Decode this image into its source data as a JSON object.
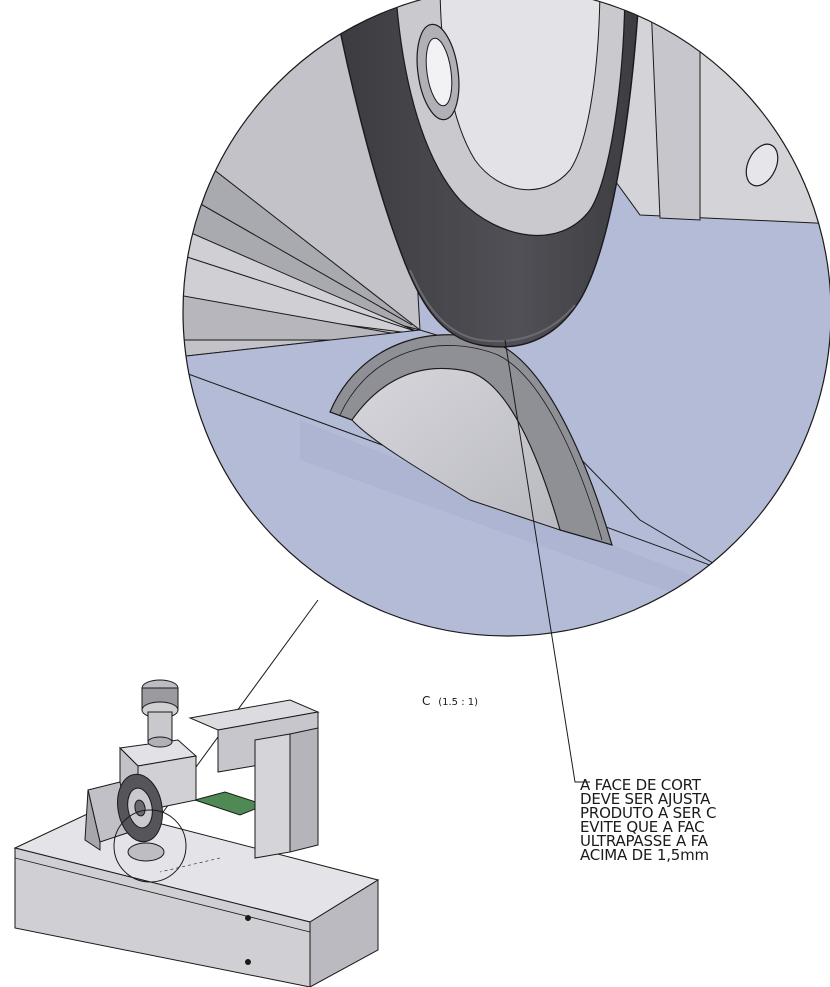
{
  "detail_view": {
    "label": "C",
    "scale": "(1.5 : 1)"
  },
  "note": {
    "lines": [
      "A FACE DE CORT",
      "DEVE SER AJUSTA",
      "PRODUTO A SER C",
      "EVITE QUE A FAC",
      "ULTRAPASSE A FA",
      "ACIMA DE 1,5mm"
    ]
  },
  "colors": {
    "background": "#ffffff",
    "blue_surface": "#b3bad6",
    "gray_metal": "#bdbdc2",
    "dark_wheel": "#4a4a4f",
    "outline": "#1a1a1a"
  }
}
